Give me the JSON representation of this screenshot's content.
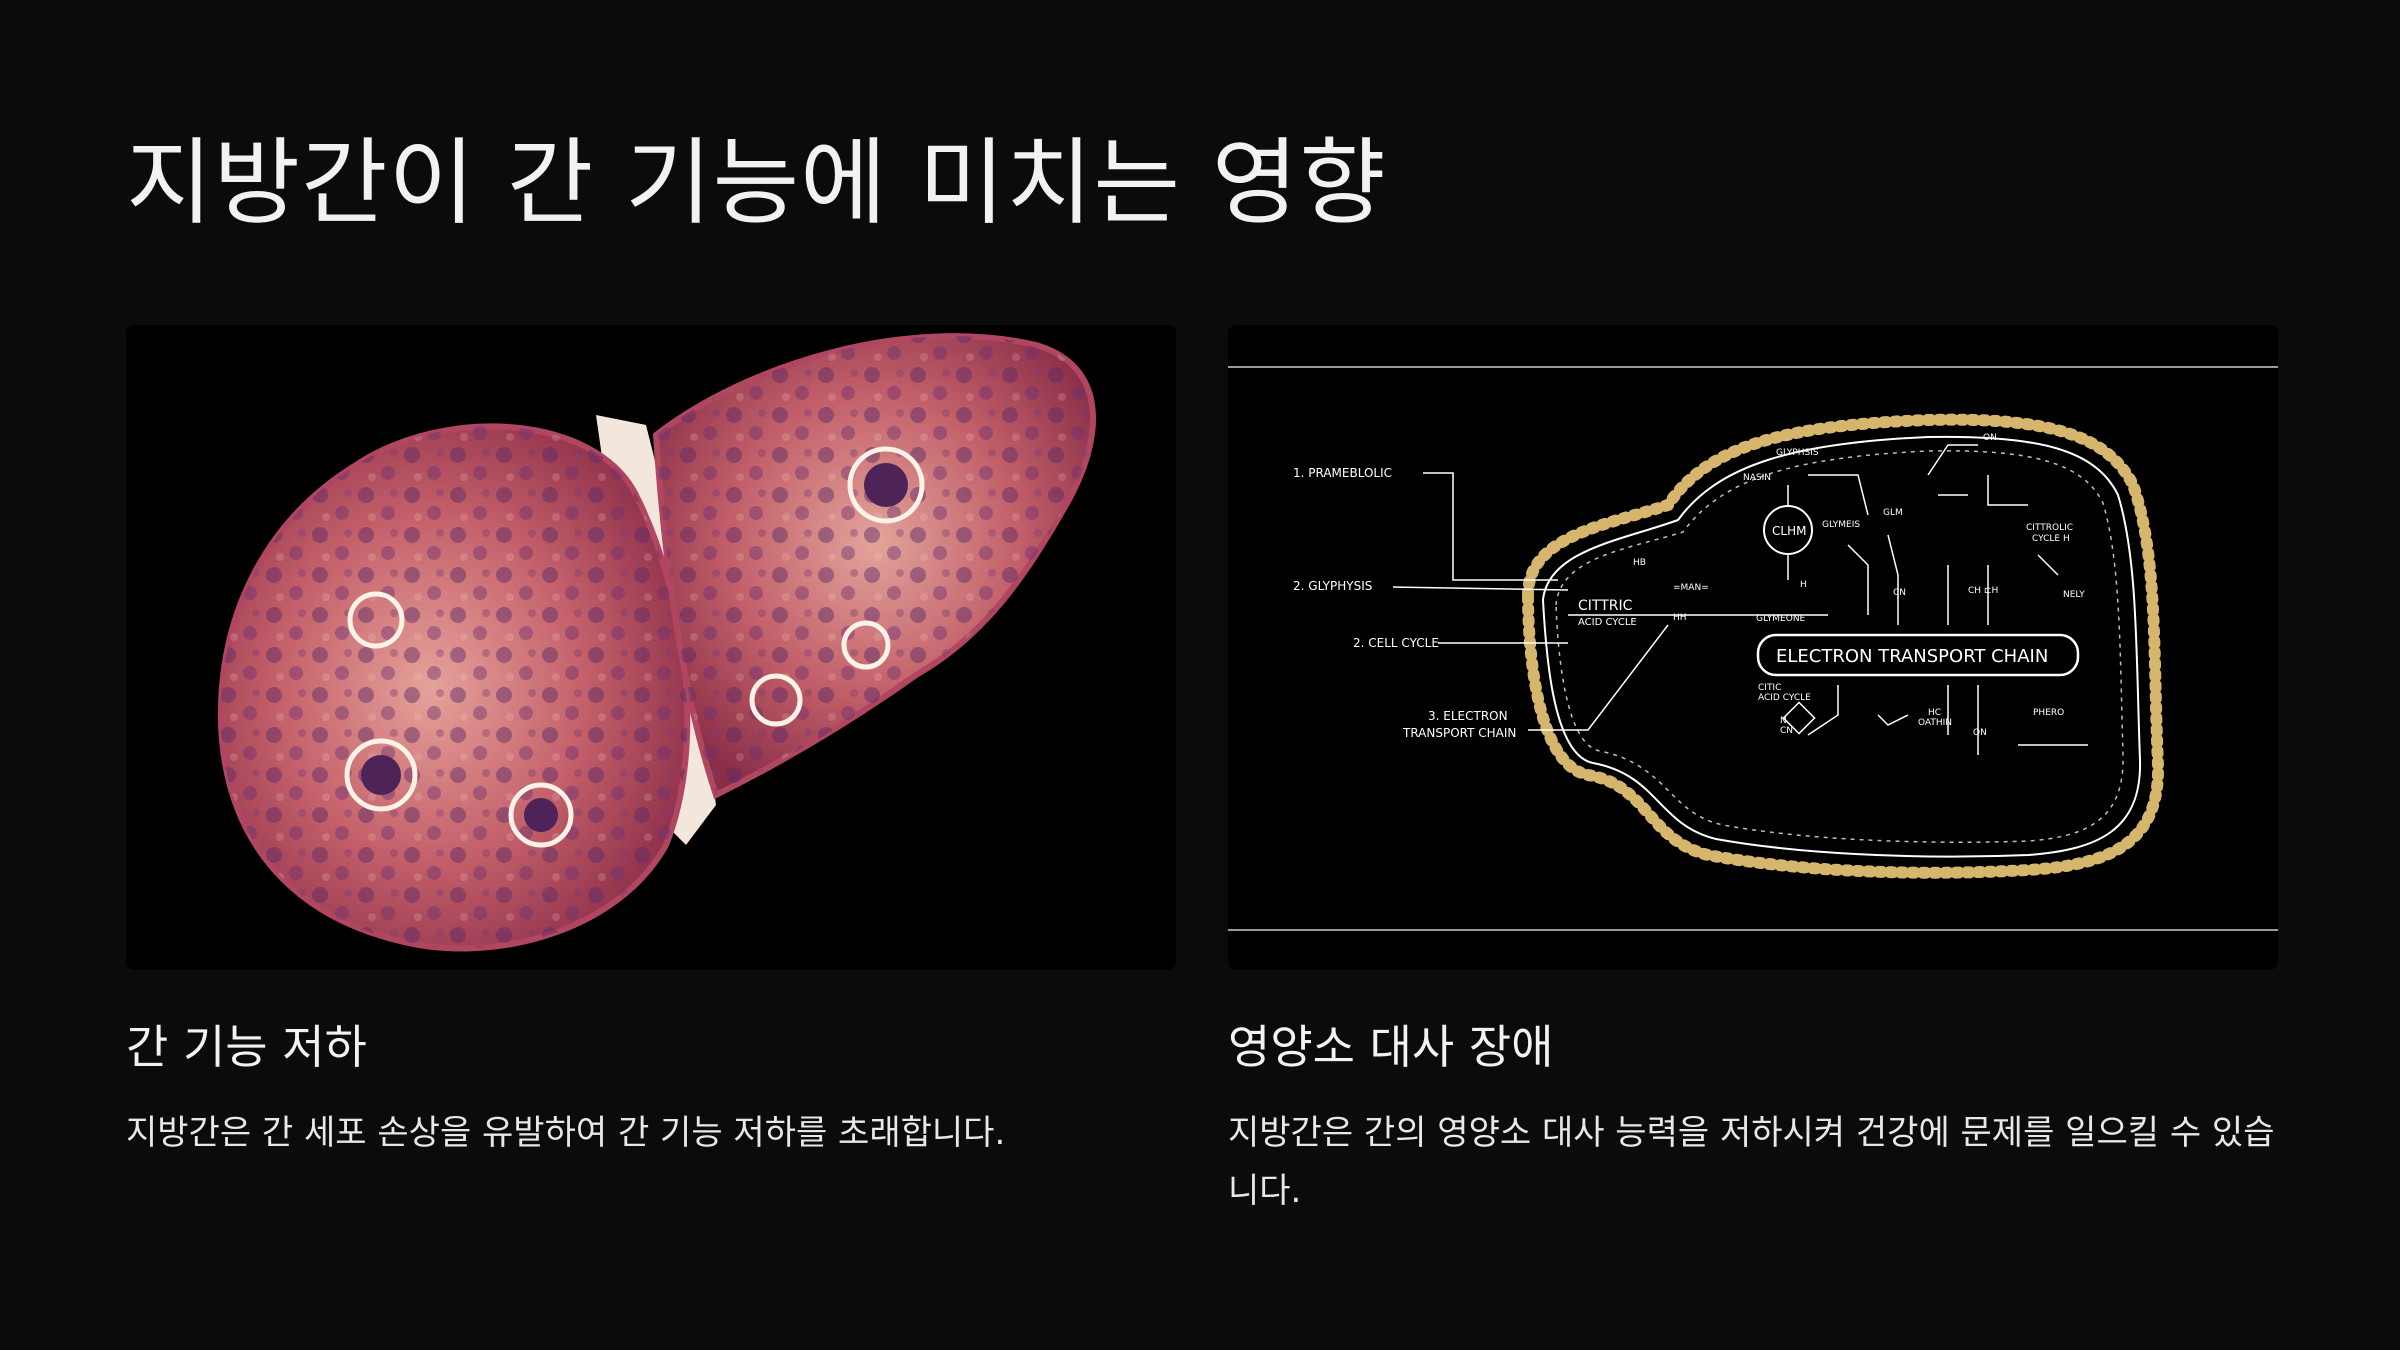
{
  "title": "지방간이 간 기능에 미치는 영향",
  "cards": [
    {
      "image_name": "liver-histology-image",
      "heading": "간 기능 저하",
      "description": "지방간은 간 세포 손상을 유발하여 간 기능 저하를 초래합니다."
    },
    {
      "image_name": "metabolism-diagram-image",
      "heading": "영양소 대사 장애",
      "description": "지방간은 간의 영양소 대사 능력을 저하시켜 건강에 문제를 일으킬 수 있습니다."
    }
  ],
  "diagram": {
    "labels": {
      "l1": "1. PRAMEBLOLIC",
      "l2": "2. GLYPHYSIS",
      "l3": "2. CELL CYCLE",
      "l4a": "3. ELECTRON",
      "l4b": "TRANSPORT CHAIN",
      "citric_a": "CITTRIC",
      "citric_b": "ACID CYCLE",
      "clhm": "CLHM",
      "etc": "ELECTRON TRANSPORT CHAIN",
      "glyphsis": "GLYPHSIS",
      "nasin": "NASIN",
      "glymeis": "GLYMEIS",
      "glm": "GLM",
      "on": "ON",
      "citrolic_a": "CITTROLIC",
      "citrolic_b": "CYCLE H",
      "hb": "HB",
      "man": "=MAN=",
      "hh": "HH",
      "h": "H",
      "glymeone": "GLYMEONE",
      "cn": "CN",
      "chh": "CH ⊏H",
      "nely": "NELY",
      "citic_a": "CITIC",
      "citic_b": "ACID CYCLE",
      "hc_a": "HC",
      "hc_b": "OATHIN",
      "on2": "ON",
      "phero": "PHERO",
      "nocn_a": "N",
      "nocn_b": "CN"
    }
  }
}
